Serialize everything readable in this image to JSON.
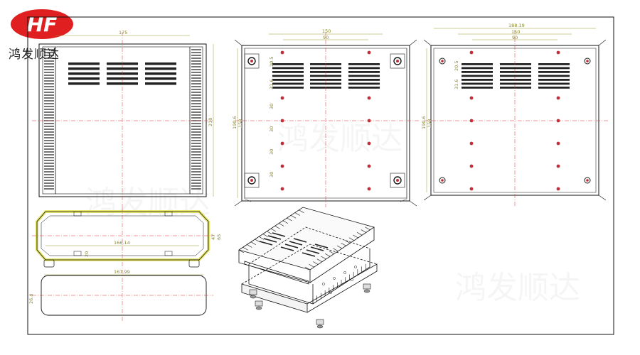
{
  "brand": {
    "logo_text": "HF",
    "name": "鸿发顺达"
  },
  "colors": {
    "logo_red": "#e02020",
    "outline": "#1a1a1a",
    "centerline": "#e03030",
    "dimension": "#9a9a30",
    "hole": "#c0303a",
    "profile_highlight": "#e6e66a"
  },
  "dimensions": {
    "front_width": "175",
    "front_height": "210",
    "top_width": "150",
    "top_inner": "90",
    "top_height_a": "190.6",
    "top_height_b": "158",
    "top_offset_a": "20.5",
    "top_offset_b": "31.6",
    "pitch": "30",
    "bottom_width": "188.19",
    "bottom_width_b": "150",
    "bottom_inner": "90",
    "bottom_height_a": "190.6",
    "bottom_height_b": "158",
    "bottom_offset": "20.5",
    "bottom_offset_b": "31.6",
    "section_width": "166.14",
    "section_h1": "47",
    "section_h2": "65",
    "section_small": "20",
    "side_width": "167.99",
    "side_height": "26.8"
  },
  "watermark": "鸿发顺达"
}
